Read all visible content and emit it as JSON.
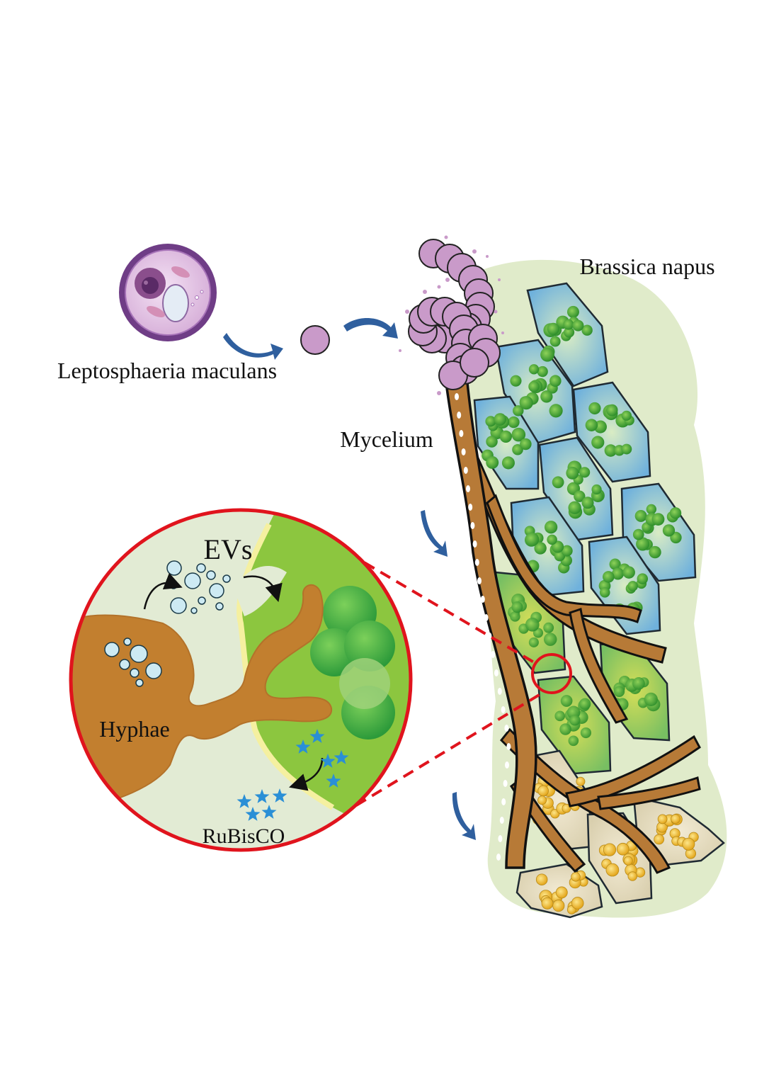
{
  "labels": {
    "pathogen": "Leptosphaeria maculans",
    "host": "Brassica napus",
    "mycelium": "Mycelium",
    "evs": "EVs",
    "hyphae": "Hyphae",
    "rubisco": "RuBisCO"
  },
  "colors": {
    "spore_purple": "#c99ac9",
    "spore_rim": "#6f3d86",
    "arrow_blue": "#2f5f9e",
    "hypha_brown": "#b77a37",
    "leaf_bg": "#e0ebca",
    "leaf_green": "#8cc63f",
    "upper_cell_blue": "#7fb7dc",
    "chloroplast_green": "#3f9b30",
    "lower_cell_yellow": "#f2c230",
    "inset_border": "#e0141d",
    "rubisco_star": "#2a8fd6",
    "ev_blue": "#cdeaf3"
  },
  "icons": [
    "spore-cell-icon",
    "curved-arrow-icon",
    "ev-vesicle-icon",
    "rubisco-star-icon",
    "zoom-circle-icon"
  ]
}
